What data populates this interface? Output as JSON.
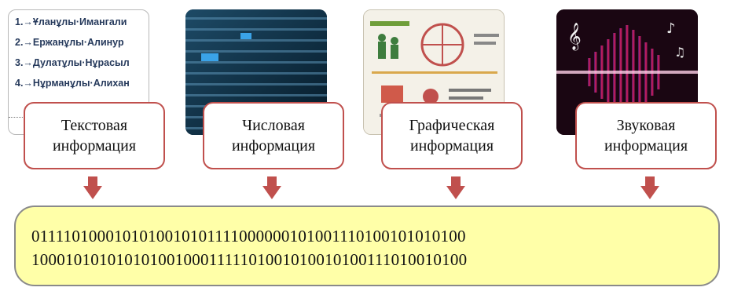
{
  "cards": [
    {
      "line1": "Текстовая",
      "line2": "информация"
    },
    {
      "line1": "Числовая",
      "line2": "информация"
    },
    {
      "line1": "Графическая",
      "line2": "информация"
    },
    {
      "line1": "Звуковая",
      "line2": "информация"
    }
  ],
  "text_list": [
    "1.→Ұланұлы·Имангали",
    "2.→Ержанұлы·Алинур",
    "3.→Дулатұлы·Нұрасыл",
    "4.→Нұрманұлы·Алихан"
  ],
  "binary": {
    "line1": "011110100010101001010111100000010100111010010101010​0",
    "line2": "100010101010101001000111110100101001010011101001010​0"
  },
  "colors": {
    "card_border": "#c0504d",
    "arrow": "#c0504d",
    "binary_fill": "#ffffa8"
  }
}
